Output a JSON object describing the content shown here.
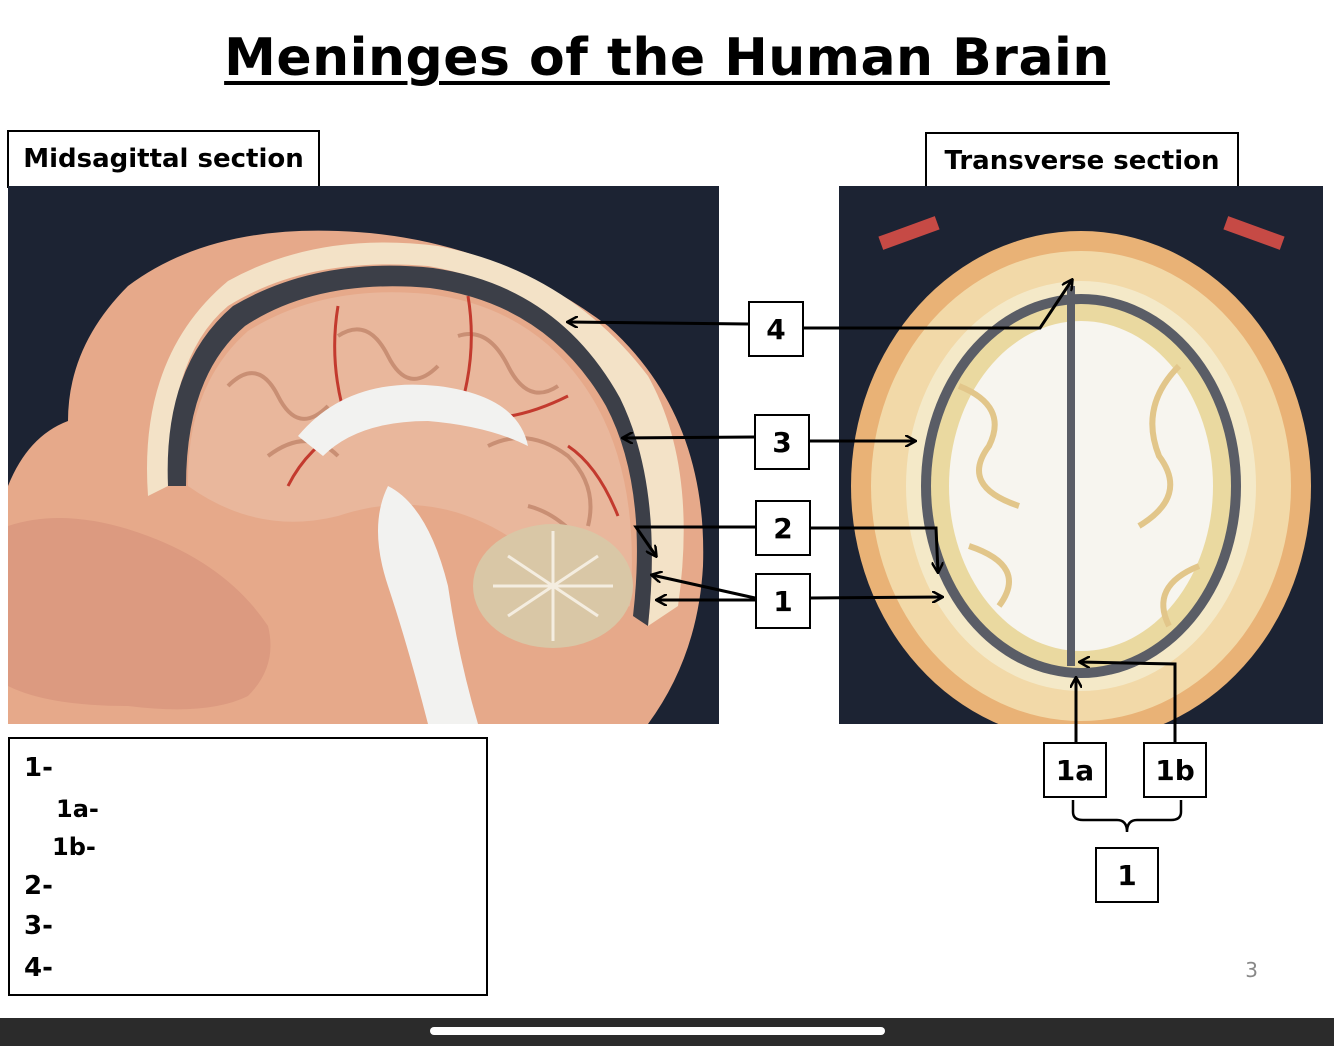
{
  "title": "Meninges of the Human Brain",
  "panels": {
    "left_label": "Midsagittal section",
    "right_label": "Transverse section"
  },
  "callouts": {
    "n4": "4",
    "n3": "3",
    "n2": "2",
    "n1": "1",
    "n1a": "1a",
    "n1b": "1b",
    "n1_group": "1"
  },
  "legend": {
    "items": [
      "1-",
      "1a-",
      "1b-",
      "2-",
      "3-",
      "4-"
    ]
  },
  "page_number": "3",
  "colors": {
    "background_photo": "#1c2333",
    "skin": "#e6a98a",
    "brain_cortex": "#e9b79c",
    "dura": "#3c3f48",
    "arrow": "#000000"
  }
}
